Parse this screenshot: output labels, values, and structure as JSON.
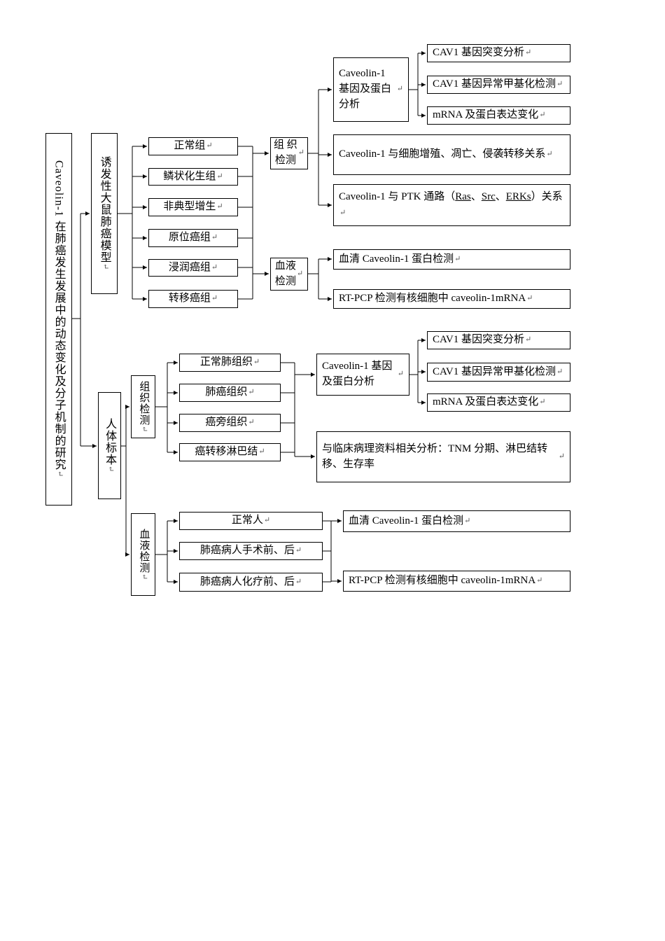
{
  "glyphs": {
    "return": "↵"
  },
  "root": {
    "label": "Caveolin-1 在肺癌发生发展中的动态变化及分子机制的研究"
  },
  "rat_model": {
    "branch_label": "诱发性大鼠肺癌模型",
    "groups": [
      "正常组",
      "鳞状化生组",
      "非典型增生",
      "原位癌组",
      "浸润癌组",
      "转移癌组"
    ],
    "tissue_test": "组 织\n检测",
    "blood_test": "血液\n检测",
    "protein_analysis": "Caveolin-1 基因及蛋白分析",
    "analysis_items": [
      "CAV1 基因突变分析",
      "CAV1 基因异常甲基化检测",
      "mRNA 及蛋白表达变化"
    ],
    "proliferation": "Caveolin-1 与细胞增殖、凋亡、侵袭转移关系",
    "ptk": {
      "p1": "Caveolin-1 与 PTK 通路（",
      "ras": "Ras",
      "d1": "、",
      "src": "Src",
      "d2": "、",
      "erks": "ERKs",
      "p2": "）关系"
    },
    "serum": "血清 Caveolin-1 蛋白检测",
    "rtpcp": "RT-PCP 检测有核细胞中 caveolin-1mRNA"
  },
  "human": {
    "branch_label": "人体标本",
    "tissue_test": "组织检测",
    "blood_test": "血液检测",
    "tissue_groups": [
      "正常肺组织",
      "肺癌组织",
      "癌旁组织",
      "癌转移淋巴结"
    ],
    "protein_analysis": "Caveolin-1 基因及蛋白分析",
    "analysis_items": [
      "CAV1 基因突变分析",
      "CAV1 基因异常甲基化检测",
      "mRNA 及蛋白表达变化"
    ],
    "clinical": "与临床病理资料相关分析：TNM 分期、淋巴结转移、生存率",
    "blood_groups": [
      "正常人",
      "肺癌病人手术前、后",
      "肺癌病人化疗前、后"
    ],
    "serum": "血清 Caveolin-1 蛋白检测",
    "rtpcp": "RT-PCP 检测有核细胞中 caveolin-1mRNA"
  }
}
